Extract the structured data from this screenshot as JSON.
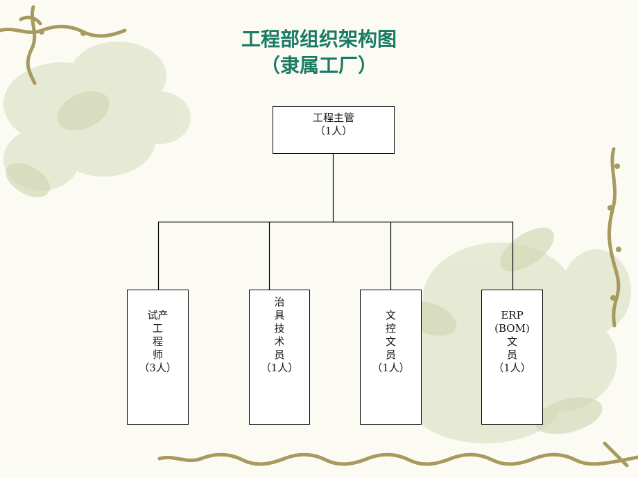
{
  "title": {
    "line1": "工程部组织架构图",
    "line2": "（隶属工厂）"
  },
  "org_chart": {
    "root": {
      "lines": [
        "工程主管",
        "（1人）"
      ]
    },
    "children": [
      {
        "lines": [
          "试产",
          "工",
          "程",
          "师",
          "（3人）"
        ]
      },
      {
        "lines": [
          "治",
          "具",
          "技",
          "术",
          "员",
          "（1人）"
        ]
      },
      {
        "lines": [
          "文",
          "控",
          "文",
          "员",
          "（1人）"
        ]
      },
      {
        "lines": [
          "ERP",
          "(BOM)",
          "文",
          "员",
          "（1人）"
        ]
      }
    ]
  },
  "colors": {
    "title": "#1a7a64",
    "vine": "#a89a5e",
    "blossom": "#dfe3c8"
  }
}
